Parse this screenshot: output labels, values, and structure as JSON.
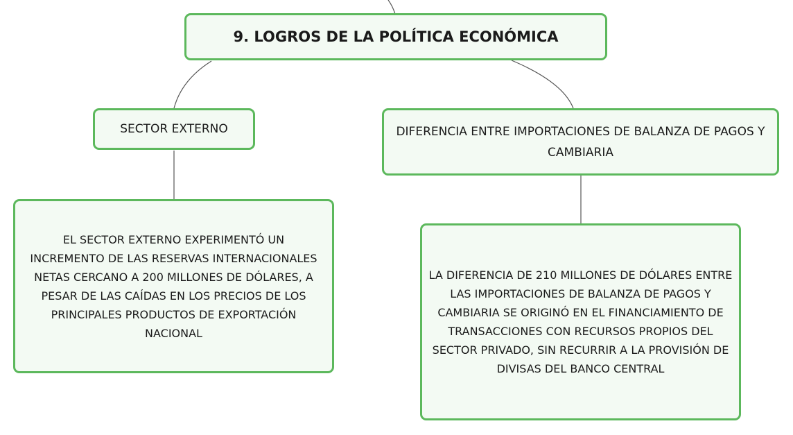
{
  "diagram": {
    "root": {
      "label": "9. LOGROS DE LA POLÍTICA ECONÓMICA"
    },
    "branches": [
      {
        "label": "SECTOR EXTERNO",
        "detail": "EL SECTOR EXTERNO EXPERIMENTÓ UN INCREMENTO DE LAS RESERVAS INTERNACIONALES NETAS CERCANO A 200 MILLONES DE DÓLARES, A PESAR DE LAS CAÍDAS EN LOS PRECIOS DE LOS PRINCIPALES PRODUCTOS DE EXPORTACIÓN NACIONAL"
      },
      {
        "label": "DIFERENCIA ENTRE IMPORTACIONES DE BALANZA DE PAGOS Y CAMBIARIA",
        "detail": "LA DIFERENCIA DE 210 MILLONES DE DÓLARES ENTRE LAS IMPORTACIONES DE BALANZA DE PAGOS Y CAMBIARIA SE ORIGINÓ EN EL FINANCIAMIENTO DE TRANSACCIONES CON RECURSOS PROPIOS DEL SECTOR PRIVADO, SIN RECURRIR A LA PROVISIÓN DE DIVISAS DEL BANCO CENTRAL"
      }
    ]
  },
  "colors": {
    "node_border": "#5cb85c",
    "node_fill": "#f3faf3",
    "connector": "#555555",
    "text": "#1a1a1a"
  }
}
